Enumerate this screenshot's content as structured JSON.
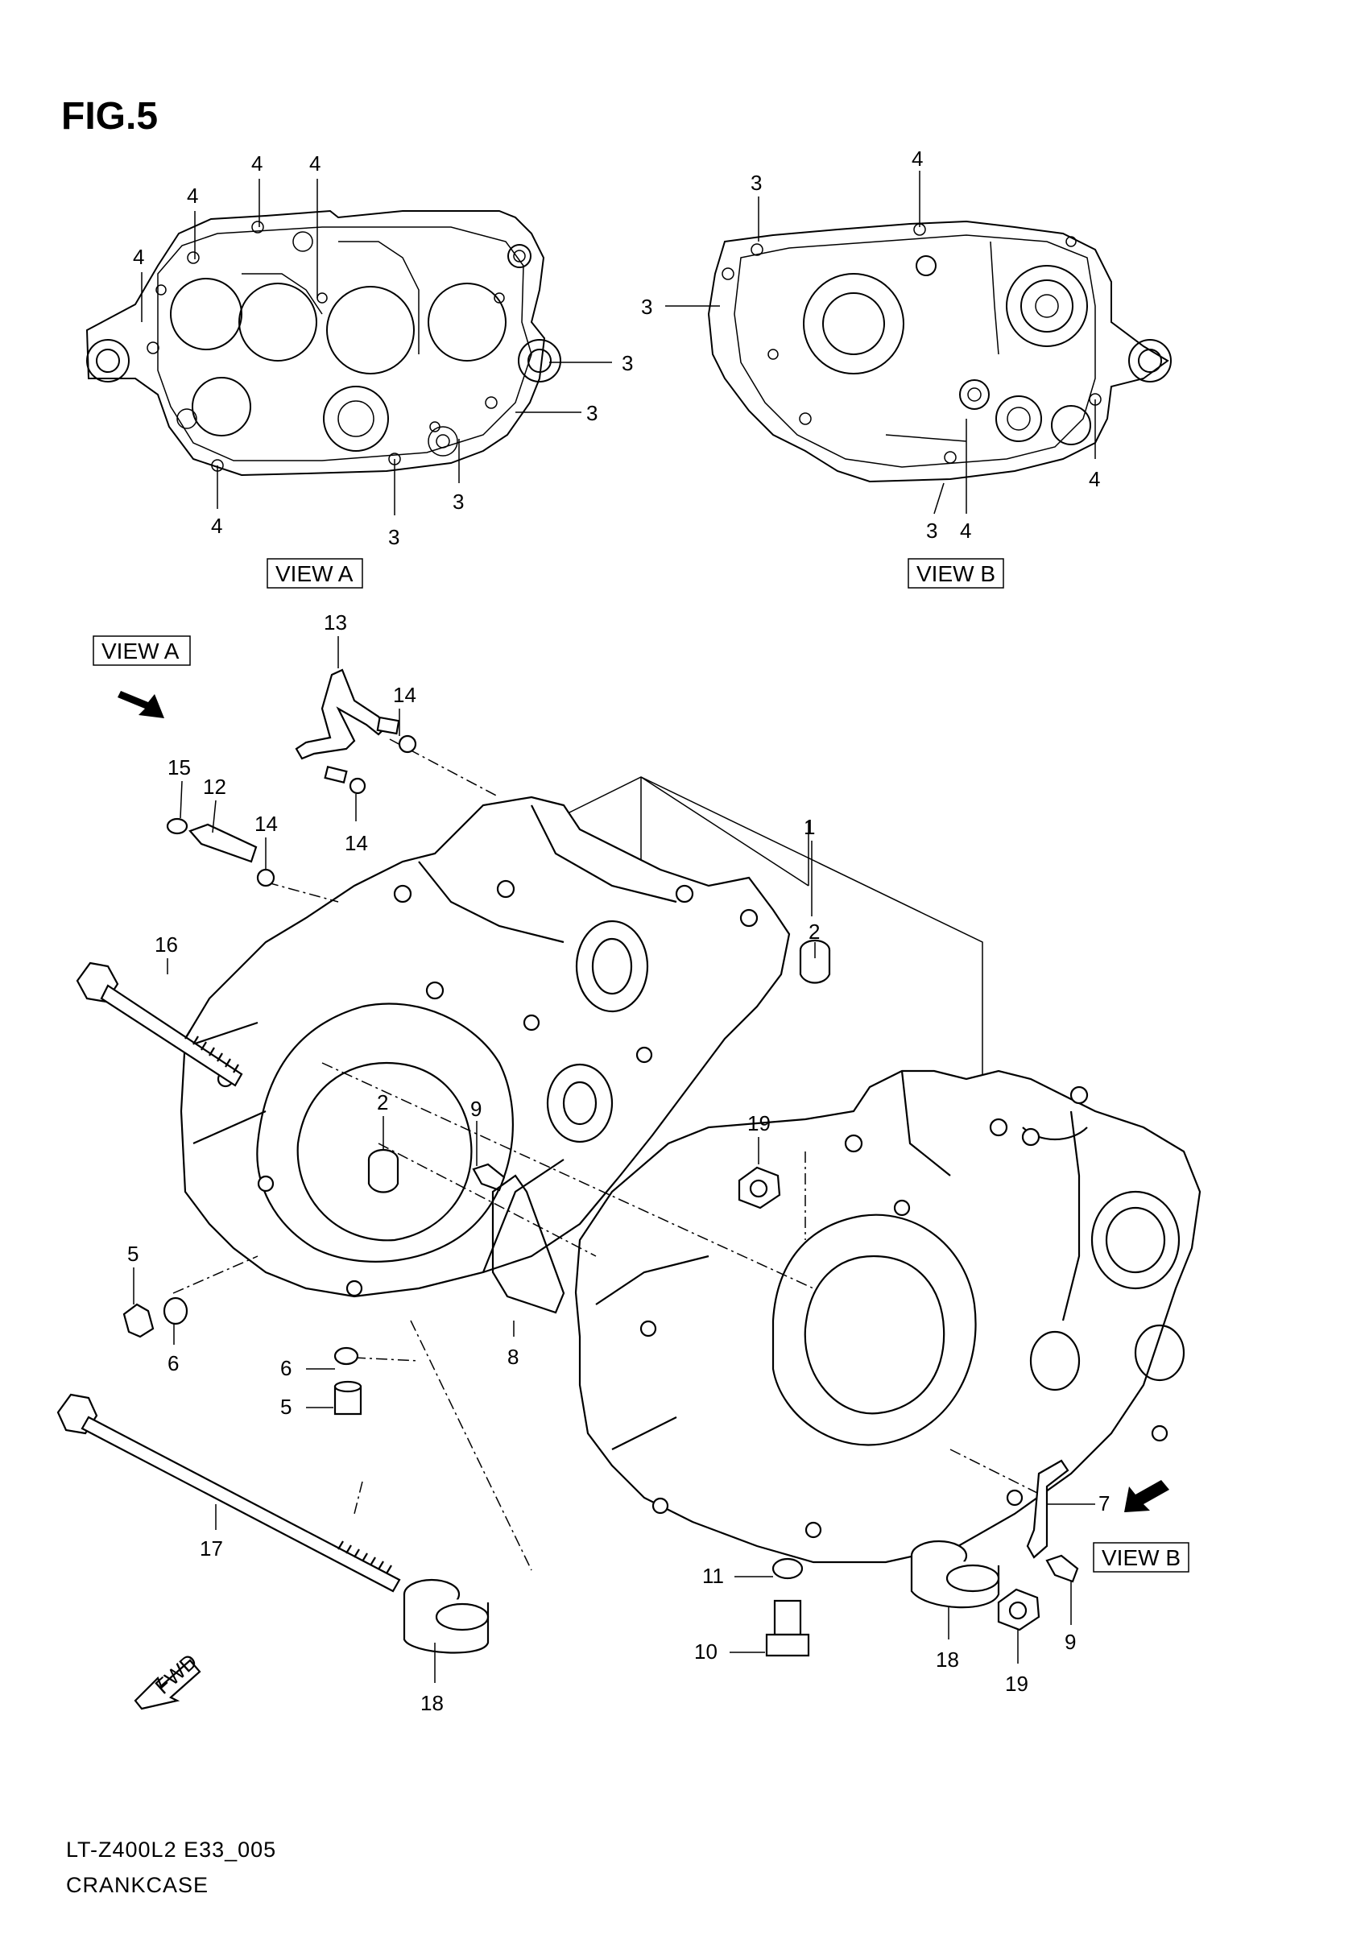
{
  "figure": {
    "title": "FIG.5"
  },
  "views": {
    "view_a_label": "VIEW A",
    "view_b_label": "VIEW B",
    "view_a_callouts": [
      {
        "id": "a1",
        "text": "4"
      },
      {
        "id": "a2",
        "text": "4"
      },
      {
        "id": "a3",
        "text": "4"
      },
      {
        "id": "a4",
        "text": "4"
      },
      {
        "id": "a5",
        "text": "3"
      },
      {
        "id": "a6",
        "text": "3"
      },
      {
        "id": "a7",
        "text": "3"
      },
      {
        "id": "a8",
        "text": "3"
      },
      {
        "id": "a9",
        "text": "4"
      }
    ],
    "view_b_callouts": [
      {
        "id": "b1",
        "text": "3"
      },
      {
        "id": "b2",
        "text": "4"
      },
      {
        "id": "b3",
        "text": "3"
      },
      {
        "id": "b4",
        "text": "4"
      },
      {
        "id": "b5",
        "text": "4"
      },
      {
        "id": "b6",
        "text": "3"
      }
    ]
  },
  "main": {
    "view_a_tag": "VIEW A",
    "view_b_tag": "VIEW B",
    "fwd_label": "FWD",
    "callouts": [
      {
        "id": "c13",
        "text": "13"
      },
      {
        "id": "c14a",
        "text": "14"
      },
      {
        "id": "c14b",
        "text": "14"
      },
      {
        "id": "c15",
        "text": "15"
      },
      {
        "id": "c12",
        "text": "12"
      },
      {
        "id": "c14c",
        "text": "14"
      },
      {
        "id": "c1",
        "text": "1"
      },
      {
        "id": "c2a",
        "text": "2"
      },
      {
        "id": "c16",
        "text": "16"
      },
      {
        "id": "c2b",
        "text": "2"
      },
      {
        "id": "c9a",
        "text": "9"
      },
      {
        "id": "c19a",
        "text": "19"
      },
      {
        "id": "c5a",
        "text": "5"
      },
      {
        "id": "c6a",
        "text": "6"
      },
      {
        "id": "c8",
        "text": "8"
      },
      {
        "id": "c6b",
        "text": "6"
      },
      {
        "id": "c5b",
        "text": "5"
      },
      {
        "id": "c7",
        "text": "7"
      },
      {
        "id": "c17",
        "text": "17"
      },
      {
        "id": "c11",
        "text": "11"
      },
      {
        "id": "c9b",
        "text": "9"
      },
      {
        "id": "c10",
        "text": "10"
      },
      {
        "id": "c18a",
        "text": "18"
      },
      {
        "id": "c18b",
        "text": "18"
      },
      {
        "id": "c19b",
        "text": "19"
      }
    ]
  },
  "footer": {
    "model_code": "LT-Z400L2 E33_005",
    "caption": "CRANKCASE"
  }
}
